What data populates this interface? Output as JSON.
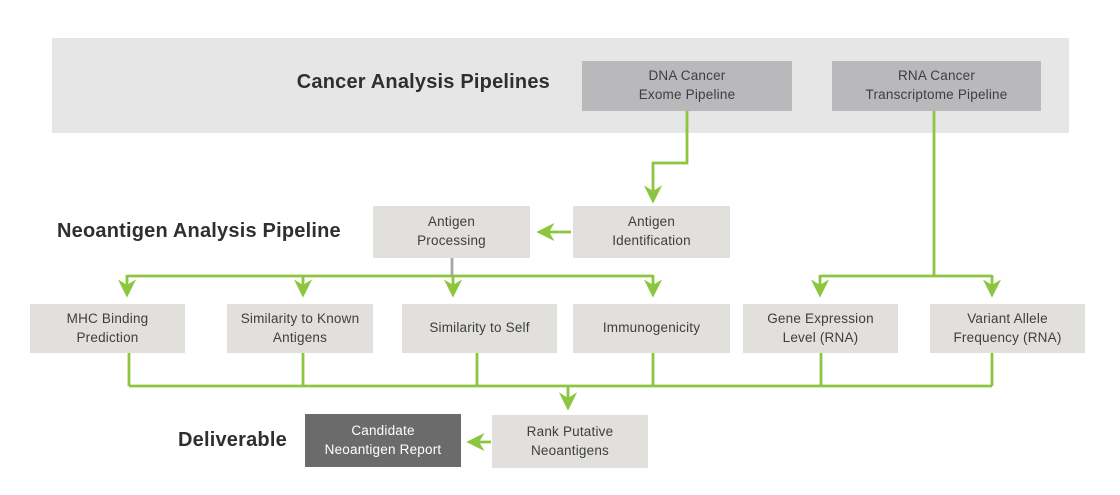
{
  "headings": {
    "cancer_pipelines": "Cancer Analysis Pipelines",
    "neoantigen_pipeline": "Neoantigen Analysis Pipeline",
    "deliverable": "Deliverable"
  },
  "nodes": {
    "dna_pipeline": "DNA Cancer\nExome Pipeline",
    "rna_pipeline": "RNA Cancer\nTranscriptome Pipeline",
    "antigen_processing": "Antigen\nProcessing",
    "antigen_identification": "Antigen\nIdentification",
    "mhc_binding": "MHC Binding\nPrediction",
    "similarity_known": "Similarity to Known\nAntigens",
    "similarity_self": "Similarity to Self",
    "immunogenicity": "Immunogenicity",
    "gene_expression": "Gene Expression\nLevel (RNA)",
    "variant_allele": "Variant Allele\nFrequency (RNA)",
    "rank_putative": "Rank Putative\nNeoantigens",
    "candidate_report": "Candidate\nNeoantigen Report"
  },
  "colors": {
    "arrow_green": "#8cc63f",
    "connector_gray": "#a9a7a5",
    "header_band_gray": "#e6e6e6",
    "pipeline_box_gray": "#b9b9bb",
    "step_box_gray": "#e2e0dd",
    "report_box_dark_gray": "#6b6b6b",
    "heading_text": "#2f2f31",
    "node_text": "#3e3e40",
    "report_text": "#ffffff"
  }
}
